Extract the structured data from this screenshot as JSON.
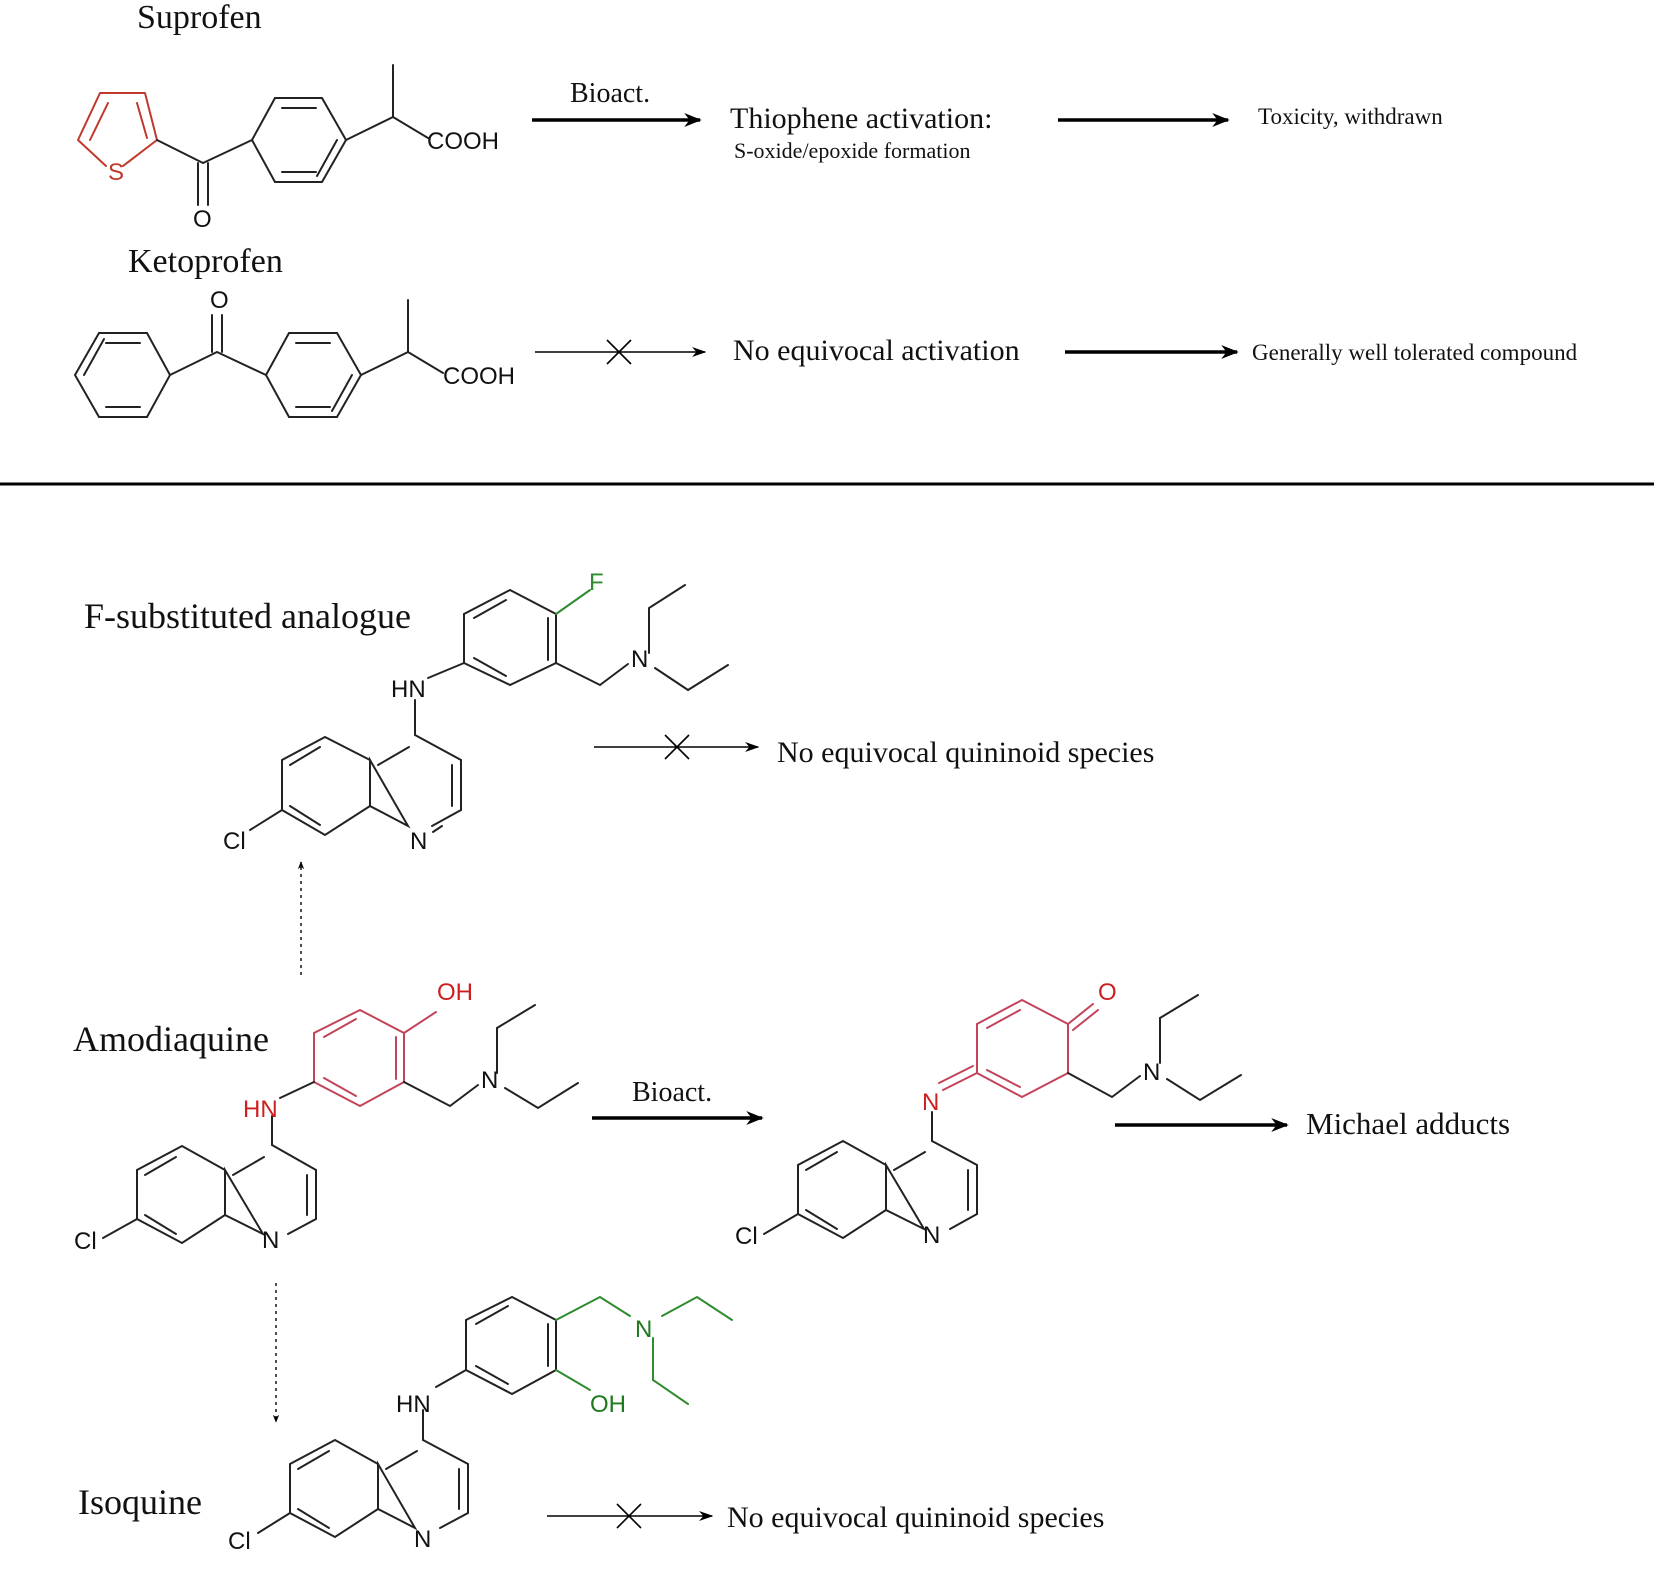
{
  "colors": {
    "bond": "#222222",
    "highlight_red": "#c0392b",
    "highlight_rose": "#c2445a",
    "highlight_green": "#2e8b2e"
  },
  "top": {
    "suprofen": {
      "name": "Suprofen",
      "atom_s": "S",
      "atom_o": "O",
      "cooh": "COOH",
      "arrow_label": "Bioact.",
      "step_title": "Thiophene activation:",
      "step_sub": "S-oxide/epoxide formation",
      "outcome": "Toxicity, withdrawn"
    },
    "ketoprofen": {
      "name": "Ketoprofen",
      "atom_o": "O",
      "cooh": "COOH",
      "step_title": "No equivocal activation",
      "outcome": "Generally well tolerated compound"
    }
  },
  "bottom": {
    "f_analogue": {
      "name": "F-substituted analogue",
      "atom_f": "F",
      "atom_n": "N",
      "atom_hn": "HN",
      "atom_cl": "Cl",
      "atom_ring_n": "N",
      "outcome": "No equivocal quininoid species"
    },
    "amodiaquine": {
      "name": "Amodiaquine",
      "atom_oh": "OH",
      "atom_n": "N",
      "atom_hn": "HN",
      "atom_cl": "Cl",
      "atom_ring_n": "N",
      "arrow_label": "Bioact."
    },
    "quinoneimine": {
      "atom_o": "O",
      "atom_n_amine": "N",
      "atom_n_imine": "N",
      "atom_cl": "Cl",
      "atom_ring_n": "N",
      "outcome": "Michael adducts"
    },
    "isoquine": {
      "name": "Isoquine",
      "atom_oh": "OH",
      "atom_n": "N",
      "atom_hn": "HN",
      "atom_cl": "Cl",
      "atom_ring_n": "N",
      "outcome": "No equivocal quininoid species"
    }
  }
}
